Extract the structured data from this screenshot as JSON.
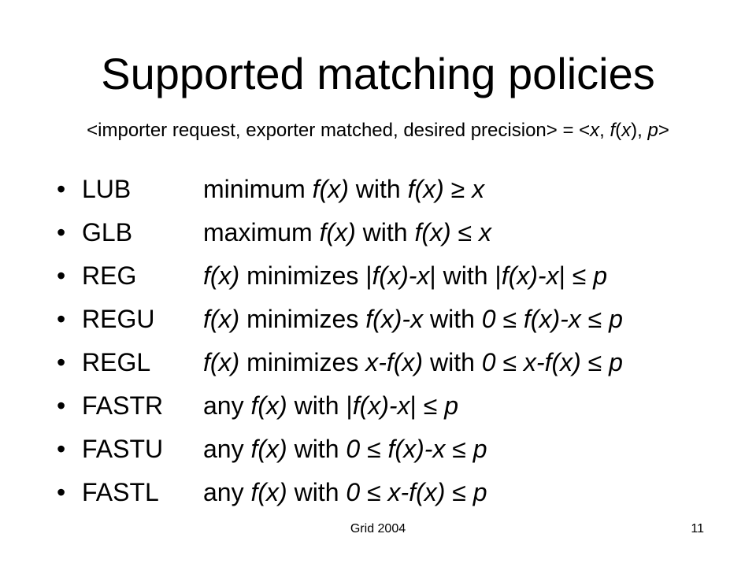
{
  "slide": {
    "title": "Supported matching policies",
    "subtitle": [
      {
        "text": "<importer request, exporter matched, desired precision> = <",
        "italic": false
      },
      {
        "text": "x",
        "italic": true
      },
      {
        "text": ", ",
        "italic": false
      },
      {
        "text": "f",
        "italic": true
      },
      {
        "text": "(",
        "italic": false
      },
      {
        "text": "x",
        "italic": true
      },
      {
        "text": "), ",
        "italic": false
      },
      {
        "text": "p",
        "italic": true
      },
      {
        "text": ">",
        "italic": false
      }
    ],
    "bullet_symbol": "•",
    "bullets": [
      {
        "name": "LUB",
        "desc": [
          {
            "text": "minimum ",
            "italic": false
          },
          {
            "text": "f(x)",
            "italic": true
          },
          {
            "text": " with ",
            "italic": false
          },
          {
            "text": "f(x)",
            "italic": true
          },
          {
            "text": " ≥ ",
            "italic": false
          },
          {
            "text": "x",
            "italic": true
          }
        ]
      },
      {
        "name": "GLB",
        "desc": [
          {
            "text": "maximum ",
            "italic": false
          },
          {
            "text": "f(x)",
            "italic": true
          },
          {
            "text": " with ",
            "italic": false
          },
          {
            "text": "f(x)",
            "italic": true
          },
          {
            "text": " ≤ ",
            "italic": false
          },
          {
            "text": "x",
            "italic": true
          }
        ]
      },
      {
        "name": "REG",
        "desc": [
          {
            "text": "f(x)",
            "italic": true
          },
          {
            "text": " minimizes |",
            "italic": false
          },
          {
            "text": "f(x)-x",
            "italic": true
          },
          {
            "text": "| with |",
            "italic": false
          },
          {
            "text": "f(x)-x",
            "italic": true
          },
          {
            "text": "| ≤ ",
            "italic": false
          },
          {
            "text": "p",
            "italic": true
          }
        ]
      },
      {
        "name": "REGU",
        "desc": [
          {
            "text": "f(x)",
            "italic": true
          },
          {
            "text": " minimizes ",
            "italic": false
          },
          {
            "text": "f(x)-x",
            "italic": true
          },
          {
            "text": " with ",
            "italic": false
          },
          {
            "text": "0",
            "italic": true
          },
          {
            "text": " ≤ ",
            "italic": false
          },
          {
            "text": "f(x)-x",
            "italic": true
          },
          {
            "text": " ≤ ",
            "italic": false
          },
          {
            "text": "p",
            "italic": true
          }
        ]
      },
      {
        "name": "REGL",
        "desc": [
          {
            "text": "f(x)",
            "italic": true
          },
          {
            "text": " minimizes ",
            "italic": false
          },
          {
            "text": "x-f(x)",
            "italic": true
          },
          {
            "text": " with ",
            "italic": false
          },
          {
            "text": "0",
            "italic": true
          },
          {
            "text": " ≤ ",
            "italic": false
          },
          {
            "text": "x-f(x)",
            "italic": true
          },
          {
            "text": " ≤ ",
            "italic": false
          },
          {
            "text": "p",
            "italic": true
          }
        ]
      },
      {
        "name": "FASTR",
        "desc": [
          {
            "text": "any ",
            "italic": false
          },
          {
            "text": "f(x)",
            "italic": true
          },
          {
            "text": " with |",
            "italic": false
          },
          {
            "text": "f(x)-x",
            "italic": true
          },
          {
            "text": "| ≤ ",
            "italic": false
          },
          {
            "text": "p",
            "italic": true
          }
        ]
      },
      {
        "name": "FASTU",
        "desc": [
          {
            "text": "any ",
            "italic": false
          },
          {
            "text": "f(x)",
            "italic": true
          },
          {
            "text": " with ",
            "italic": false
          },
          {
            "text": "0",
            "italic": true
          },
          {
            "text": " ≤ ",
            "italic": false
          },
          {
            "text": "f(x)-x",
            "italic": true
          },
          {
            "text": " ≤ ",
            "italic": false
          },
          {
            "text": "p",
            "italic": true
          }
        ]
      },
      {
        "name": "FASTL",
        "desc": [
          {
            "text": "any ",
            "italic": false
          },
          {
            "text": "f(x)",
            "italic": true
          },
          {
            "text": " with ",
            "italic": false
          },
          {
            "text": "0",
            "italic": true
          },
          {
            "text": " ≤ ",
            "italic": false
          },
          {
            "text": "x-f(x)",
            "italic": true
          },
          {
            "text": " ≤ ",
            "italic": false
          },
          {
            "text": "p",
            "italic": true
          }
        ]
      }
    ],
    "footer": {
      "center": "Grid 2004",
      "page_number": "11"
    }
  }
}
